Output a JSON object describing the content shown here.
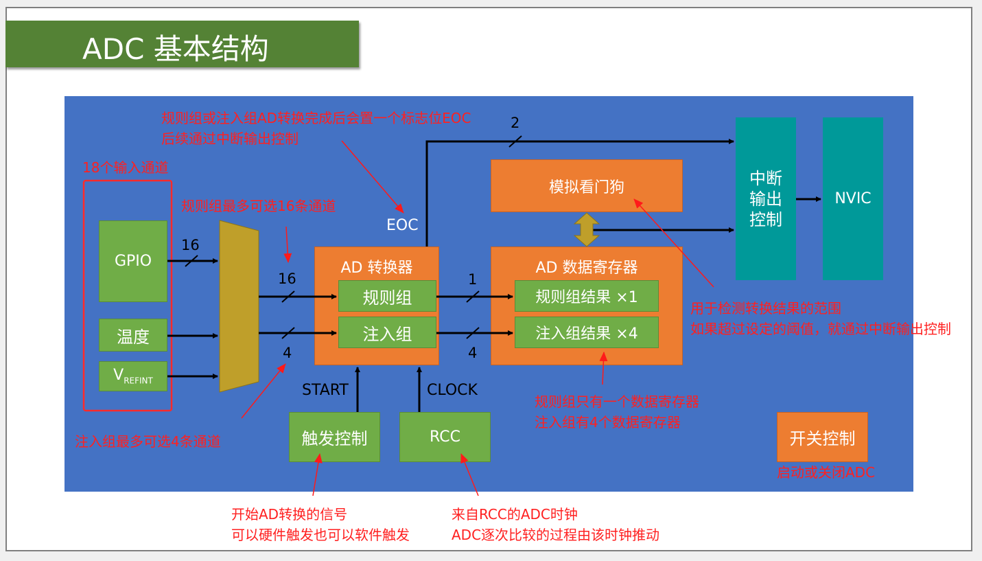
{
  "title": "ADC 基本结构",
  "blocks": {
    "gpio": "GPIO",
    "temp": "温度",
    "vref_main": "V",
    "vref_sub": "REFINT",
    "ad_converter": "AD 转换器",
    "regular_group": "规则组",
    "injected_group": "注入组",
    "data_register": "AD 数据寄存器",
    "regular_result": "规则组结果 ×1",
    "injected_result": "注入组结果 ×4",
    "watchdog": "模拟看门狗",
    "interrupt": [
      "中断",
      "输出",
      "控制"
    ],
    "nvic": "NVIC",
    "trigger": "触发控制",
    "rcc": "RCC",
    "switch": "开关控制"
  },
  "signals": {
    "eoc": "EOC",
    "start": "START",
    "clock": "CLOCK",
    "bus_gpio": "16",
    "bus_regular_in": "16",
    "bus_injected_in": "4",
    "bus_regular_out": "1",
    "bus_injected_out": "4",
    "bus_interrupt": "2"
  },
  "annotations": {
    "eoc_note": [
      "规则组或注入组AD转换完成后会置一个标志位EOC",
      "后续通过中断输出控制"
    ],
    "channels_note": "18个输入通道",
    "regular_max": "规则组最多可选16条通道",
    "injected_max": "注入组最多可选4条通道",
    "watchdog_note": [
      "用于检测转换结果的范围",
      "如果超过设定的阈值，就通过中断输出控制"
    ],
    "register_note": [
      "规则组只有一个数据寄存器",
      "注入组有4个数据寄存器"
    ],
    "switch_note": "启动或关闭ADC",
    "trigger_note": [
      "开始AD转换的信号",
      "可以硬件触发也可以软件触发"
    ],
    "rcc_note": [
      "来自RCC的ADC时钟",
      "ADC逐次比较的过程由该时钟推动"
    ]
  },
  "colors": {
    "panel": "#4472c4",
    "green": "#70ad47",
    "orange": "#ed7d31",
    "teal": "#009999",
    "mux": "#bf9f2a",
    "annotation": "#ff2020"
  }
}
